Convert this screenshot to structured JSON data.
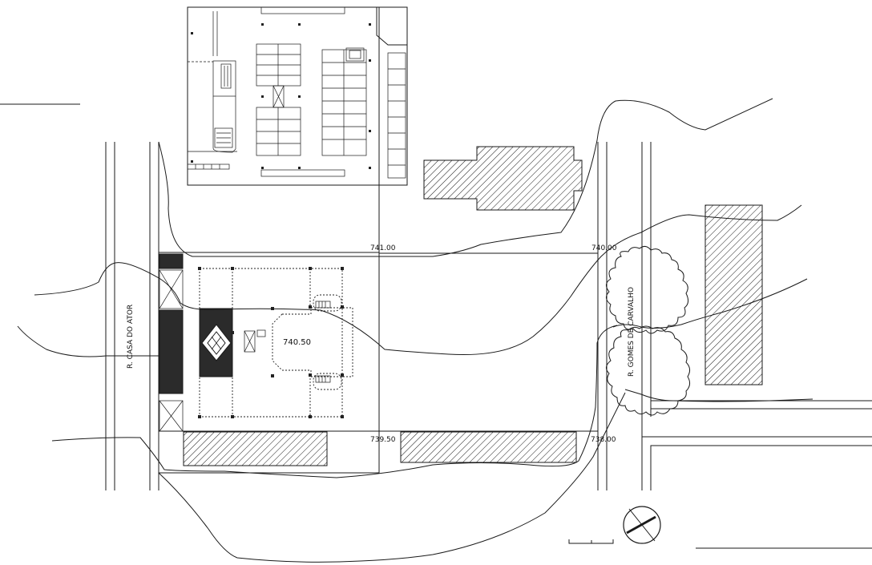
{
  "streets": {
    "left": "R. CASA DO ATOR",
    "right": "R. GOMES DE CARVALHO"
  },
  "elevations": {
    "top_center": "741.00",
    "top_right": "740.00",
    "center": "740.50",
    "bottom_center": "739.50",
    "bottom_right": "738.00"
  },
  "icons": {
    "north": "north-arrow-icon",
    "scale": "scale-bar-icon",
    "tree": "tree-canopy-icon"
  }
}
